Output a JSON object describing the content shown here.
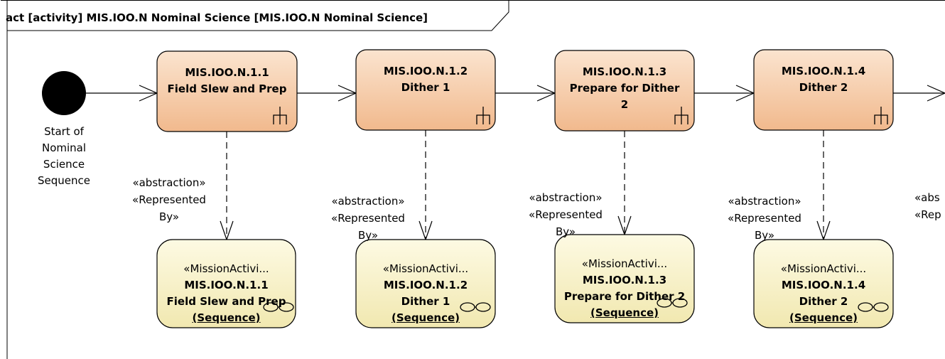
{
  "diagram": {
    "frame_title": "act [activity] MIS.IOO.N Nominal Science [MIS.IOO.N Nominal Science]",
    "start_label": [
      "Start of",
      "Nominal",
      "Science",
      "Sequence"
    ],
    "actions": [
      {
        "id": "MIS.IOO.N.1.1",
        "name": "Field Slew and Prep"
      },
      {
        "id": "MIS.IOO.N.1.2",
        "name": "Dither 1"
      },
      {
        "id": "MIS.IOO.N.1.3",
        "name": "Prepare for Dither 2"
      },
      {
        "id": "MIS.IOO.N.1.4",
        "name": "Dither 2"
      }
    ],
    "sequences": [
      {
        "stereotype": "«MissionActivi...",
        "id": "MIS.IOO.N.1.1",
        "name": "Field Slew and Prep",
        "kind": "(Sequence)"
      },
      {
        "stereotype": "«MissionActivi...",
        "id": "MIS.IOO.N.1.2",
        "name": "Dither 1",
        "kind": "(Sequence)"
      },
      {
        "stereotype": "«MissionActivi...",
        "id": "MIS.IOO.N.1.3",
        "name": "Prepare for Dither 2",
        "kind": "(Sequence)"
      },
      {
        "stereotype": "«MissionActivi...",
        "id": "MIS.IOO.N.1.4",
        "name": "Dither 2",
        "kind": "(Sequence)"
      }
    ],
    "dependency_labels": [
      [
        "«abstraction»",
        "«Represented",
        "By»"
      ],
      [
        "«abstraction»",
        "«Represented",
        "By»"
      ],
      [
        "«abstraction»",
        "«Represented",
        "By»"
      ],
      [
        "«abstraction»",
        "«Represented",
        "By»"
      ]
    ],
    "cut_label": [
      "«abs",
      "«Rep"
    ],
    "colors": {
      "action_fill_top": "#fbe4cf",
      "action_fill_bottom": "#f1b98d",
      "seq_fill_top": "#fdfae3",
      "seq_fill_bottom": "#f1e8b0",
      "stroke": "#000000"
    }
  }
}
